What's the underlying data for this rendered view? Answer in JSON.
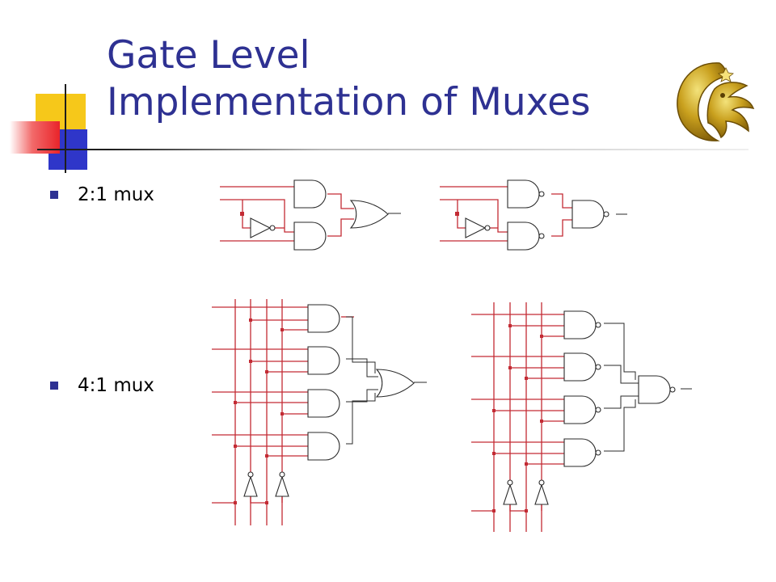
{
  "slide": {
    "title_lines": [
      "Gate Level",
      "Implementation of Muxes"
    ],
    "accent_color": "#2e3192",
    "wire_color": "#c32b34"
  },
  "bullets": [
    {
      "label": "2:1 mux"
    },
    {
      "label": "4:1 mux"
    }
  ],
  "logo": {
    "icon": "pegasus-logo-icon"
  },
  "diagrams": [
    {
      "name": "mux-2to1-and-or",
      "gates": [
        "and",
        "and",
        "not",
        "or"
      ]
    },
    {
      "name": "mux-2to1-nand-nand",
      "gates": [
        "nand",
        "nand",
        "not",
        "nand"
      ]
    },
    {
      "name": "mux-4to1-and-or",
      "gates": [
        "and",
        "and",
        "and",
        "and",
        "not",
        "not",
        "or"
      ]
    },
    {
      "name": "mux-4to1-nand-nand",
      "gates": [
        "nand",
        "nand",
        "nand",
        "nand",
        "not",
        "not",
        "nand"
      ]
    }
  ]
}
